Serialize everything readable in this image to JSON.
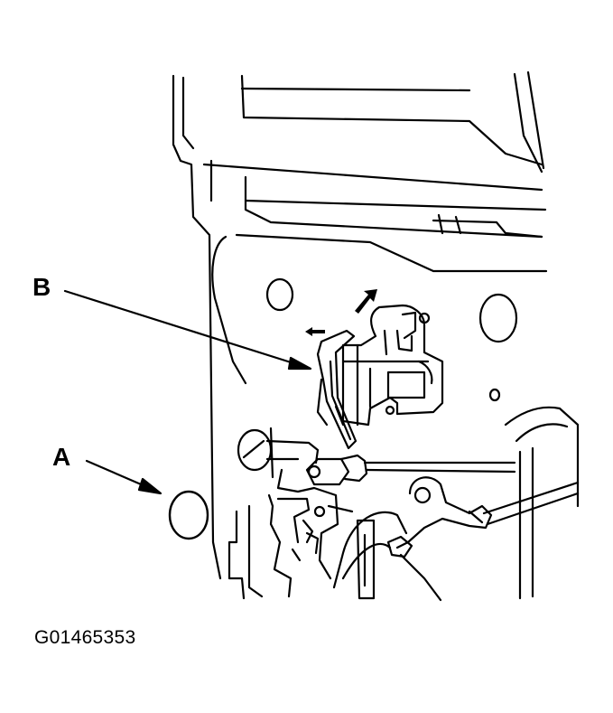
{
  "callouts": {
    "b": "B",
    "a": "A"
  },
  "figure_id": "G01465353",
  "colors": {
    "ink": "#000000",
    "paper": "#ffffff"
  }
}
